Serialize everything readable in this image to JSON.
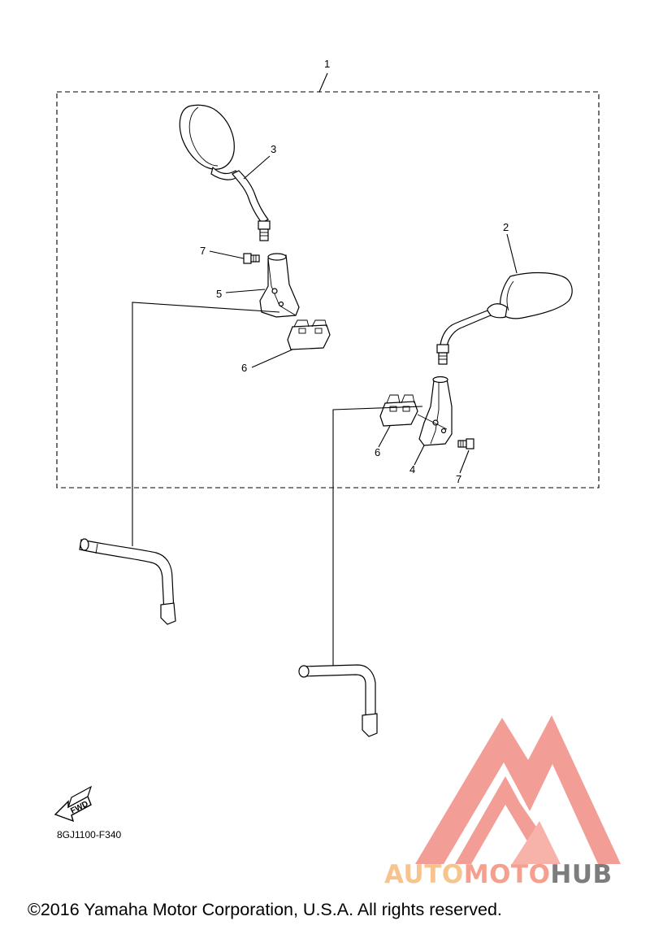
{
  "callouts": {
    "c1": "1",
    "c2": "2",
    "c3": "3",
    "c4": "4",
    "c5": "5",
    "c6_left": "6",
    "c6_right": "6",
    "c7_left": "7",
    "c7_right": "7"
  },
  "fwd_label": "FWD",
  "diagram_code": "8GJ1100-F340",
  "watermark": {
    "part1": "AUTO",
    "part2": "MOTO",
    "part3": "HUB",
    "color_auto": "#f7c48e",
    "color_moto": "#f5a08f",
    "color_hub": "#7d7d7d",
    "logo_color": "#f08c84"
  },
  "copyright": "©2016 Yamaha Motor Corporation, U.S.A. All rights reserved."
}
